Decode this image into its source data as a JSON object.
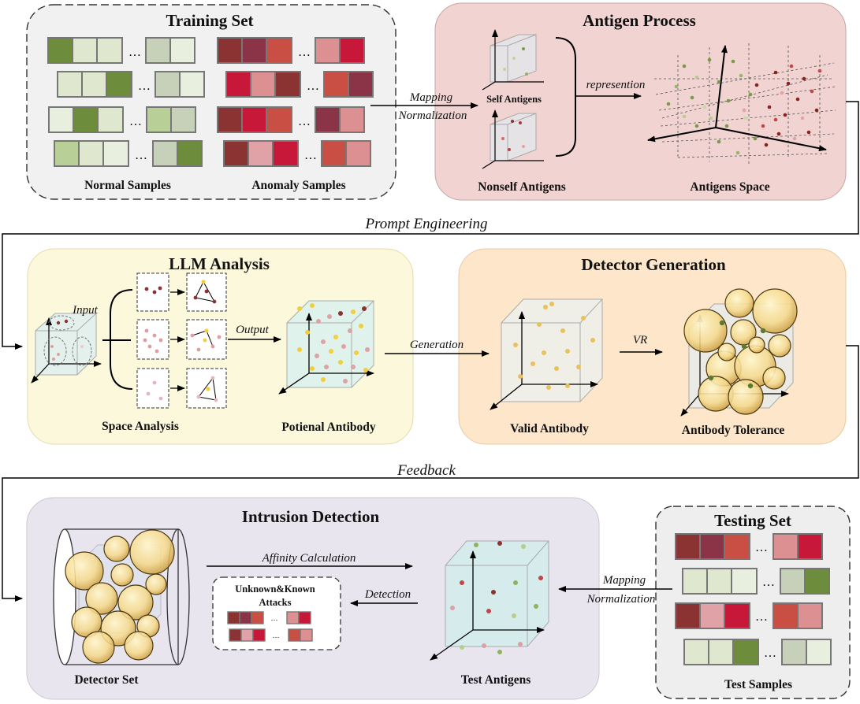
{
  "panels": {
    "training_set": {
      "title": "Training Set",
      "normal_label": "Normal Samples",
      "anomaly_label": "Anomaly Samples"
    },
    "antigen_process": {
      "title": "Antigen Process",
      "self_label": "Self Antigens",
      "nonself_label": "Nonself Antigens",
      "space_label": "Antigens Space",
      "represention_label": "represention"
    },
    "llm_analysis": {
      "title": "LLM Analysis",
      "input_label": "Input",
      "space_analysis_label": "Space Analysis",
      "output_label": "Output",
      "potential_label": "Potienal Antibody"
    },
    "detector_generation": {
      "title": "Detector Generation",
      "valid_label": "Valid Antibody",
      "vr_label": "VR",
      "tolerance_label": "Antibody Tolerance"
    },
    "intrusion_detection": {
      "title": "Intrusion Detection",
      "detector_set_label": "Detector Set",
      "affinity_label": "Affinity Calculation",
      "attacks_line1": "Unknown&Known",
      "attacks_line2": "Attacks",
      "detection_label": "Detection",
      "test_antigens_label": "Test Antigens"
    },
    "testing_set": {
      "title": "Testing Set",
      "samples_label": "Test Samples"
    }
  },
  "arrows": {
    "mapping_line1": "Mapping",
    "mapping_line2": "Normalization",
    "prompt_engineering": "Prompt Engineering",
    "generation": "Generation",
    "feedback": "Feedback",
    "test_mapping_line1": "Mapping",
    "test_mapping_line2": "Normalization"
  },
  "ellipsis": "…",
  "colors": {
    "training_bg": "#f1f1f1",
    "antigen_bg": "#f1d3d2",
    "llm_bg": "#fbf8dc",
    "detector_bg": "#fde6c9",
    "intrusion_bg": "#e9e5ef",
    "testing_bg": "#eeeeee",
    "green_dark": "#6e8d3c",
    "green_mid": "#b8cf98",
    "green_light": "#dfe8ce",
    "green_grey": "#c7d1b9",
    "green_pale": "#e9efdf",
    "red_dark": "#8b3232",
    "red_plum": "#8c3447",
    "red_brick": "#c94f45",
    "red_pink": "#dd9092",
    "red_crimson": "#c8183a",
    "red_rose": "#e0a2a6",
    "dot_yellow": "#f4cd3c",
    "dot_pink": "#dea1a5"
  }
}
